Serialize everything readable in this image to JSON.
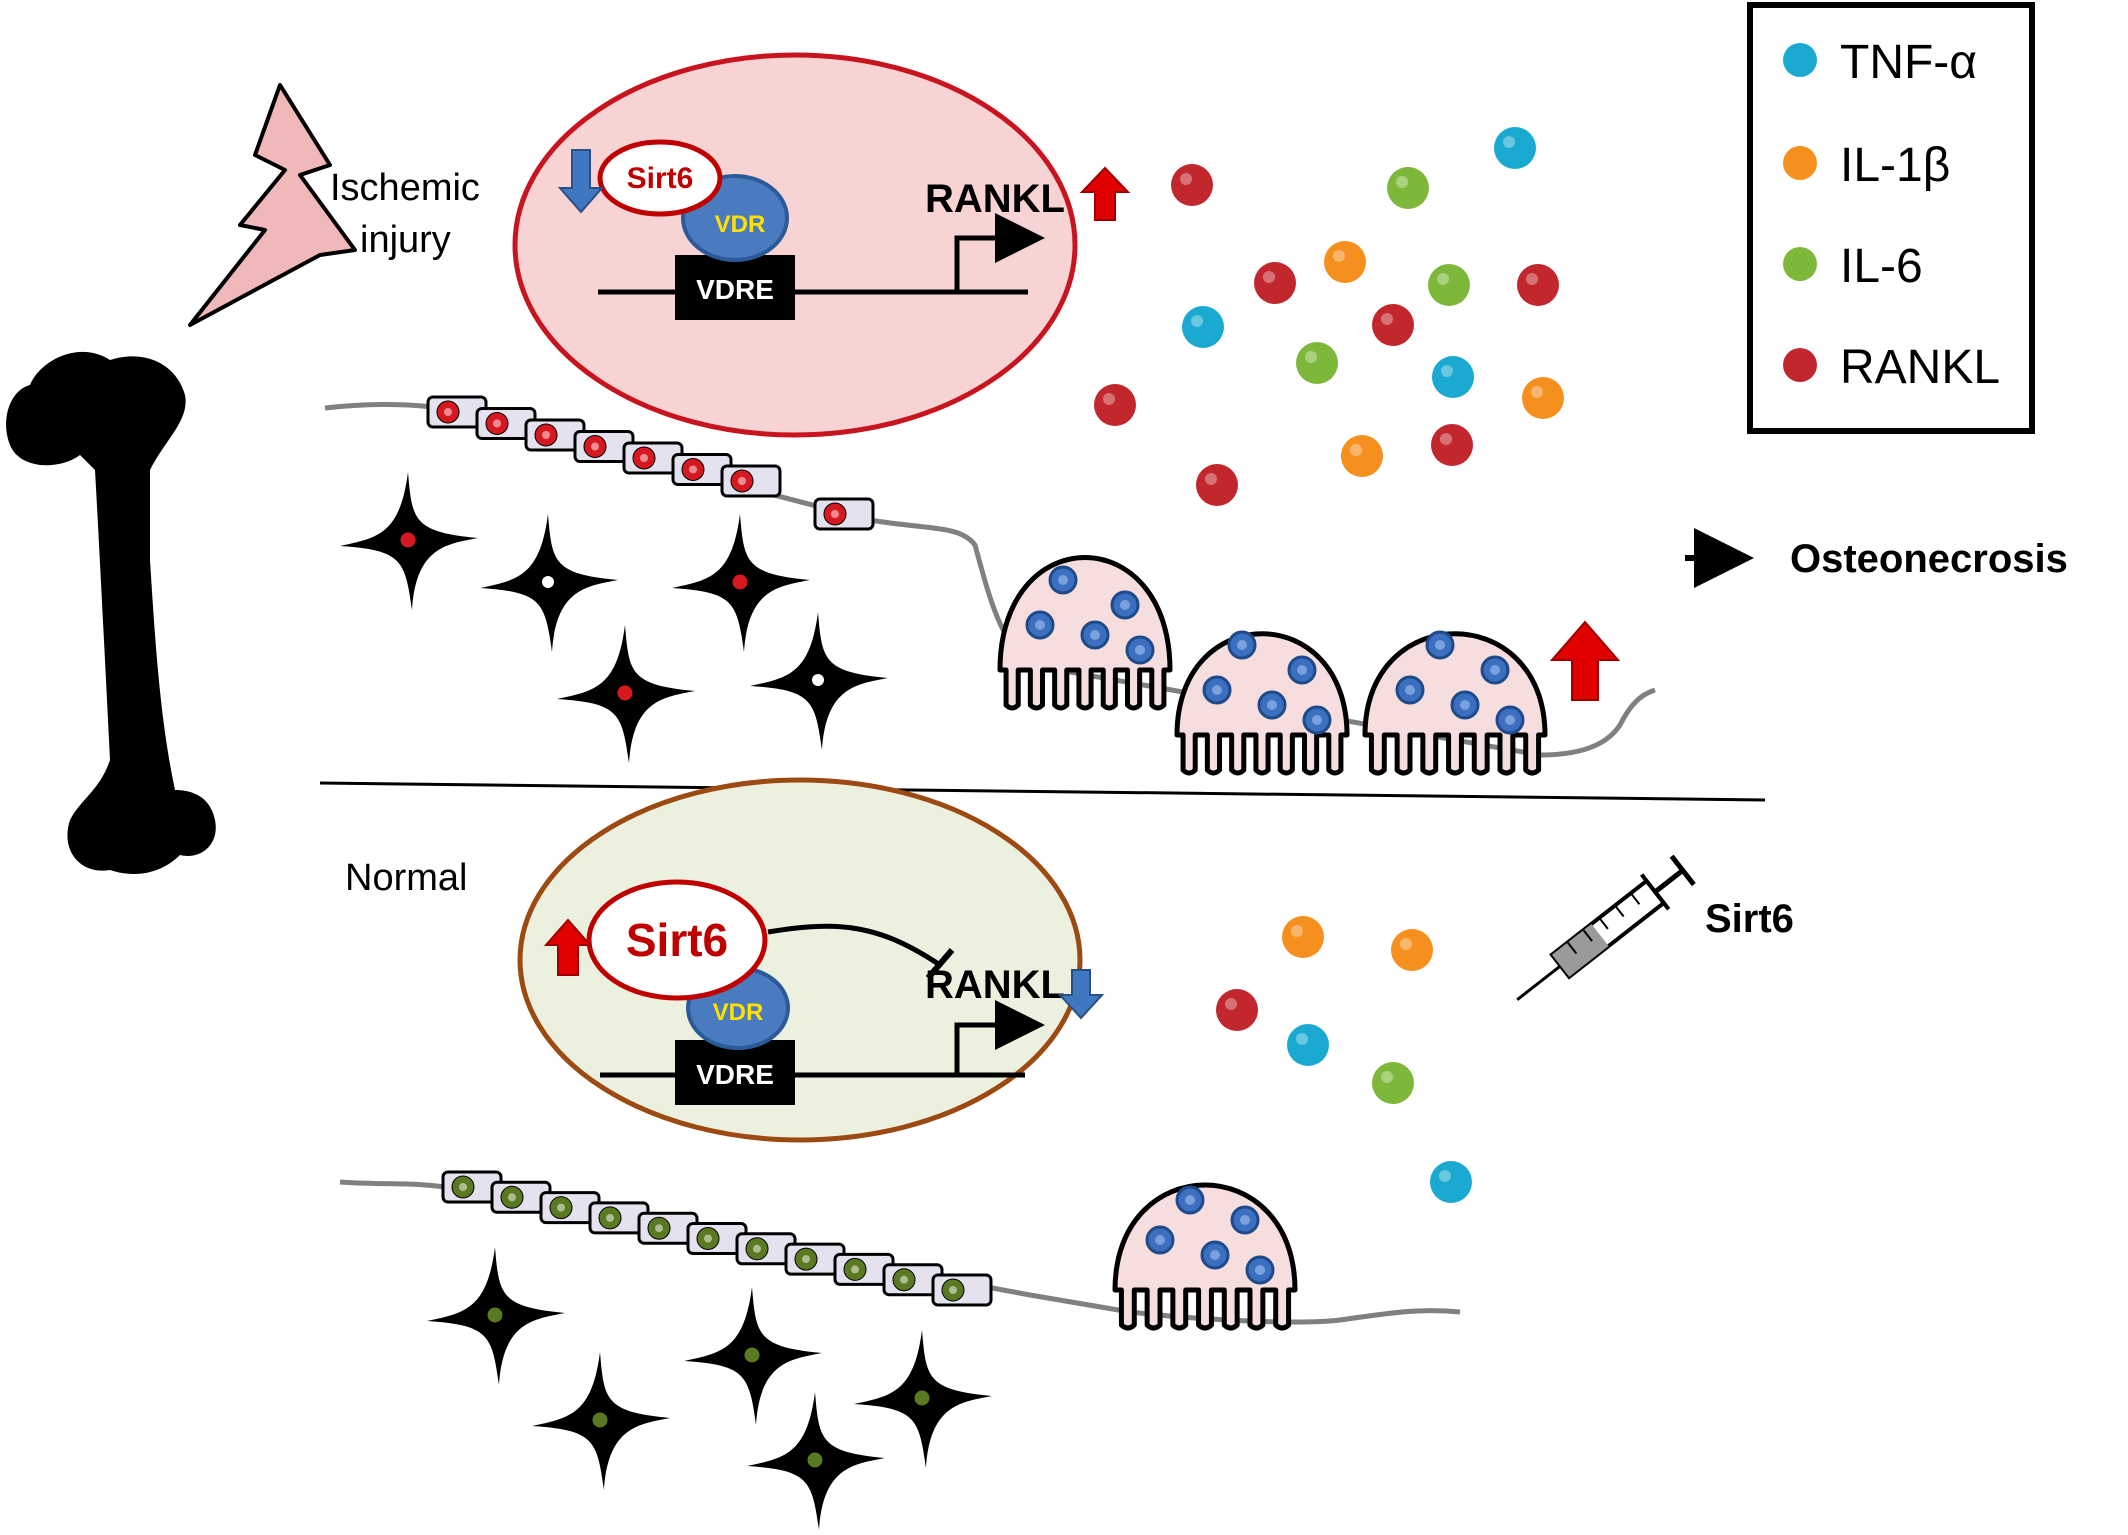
{
  "labels": {
    "injury": [
      "Ischemic",
      "injury"
    ],
    "normal": "Normal",
    "outcome": "Osteonecrosis",
    "treatment": "Sirt6"
  },
  "gene_panel_top": {
    "sirt6": "Sirt6",
    "vdr": "VDR",
    "vdre": "VDRE",
    "rankl": "RANKL",
    "sirt6_change": "down",
    "rankl_change": "up"
  },
  "gene_panel_bottom": {
    "sirt6": "Sirt6",
    "vdr": "VDR",
    "vdre": "VDRE",
    "rankl": "RANKL",
    "sirt6_change": "up",
    "rankl_change": "down"
  },
  "legend": [
    {
      "label": "TNF-α",
      "color": "#1aa9d0"
    },
    {
      "label": "IL-1β",
      "color": "#f5901f"
    },
    {
      "label": "IL-6",
      "color": "#7db83a"
    },
    {
      "label": "RANKL",
      "color": "#c1272d"
    }
  ],
  "colors": {
    "injury_cell_fill": "#f7d3d3",
    "injury_cell_border": "#c8141e",
    "normal_cell_fill": "#ebf0df",
    "normal_cell_border": "#9c4a12",
    "osteoclast_fill": "#f6dede",
    "osteoclast_nucleus": "#3b6fc0",
    "up_arrow": "#e00000",
    "down_arrow": "#3f78c0",
    "lining_cell_fill": "#e4e2ee",
    "nucleus_injury": "#d61920",
    "nucleus_normal": "#5a7a22"
  }
}
